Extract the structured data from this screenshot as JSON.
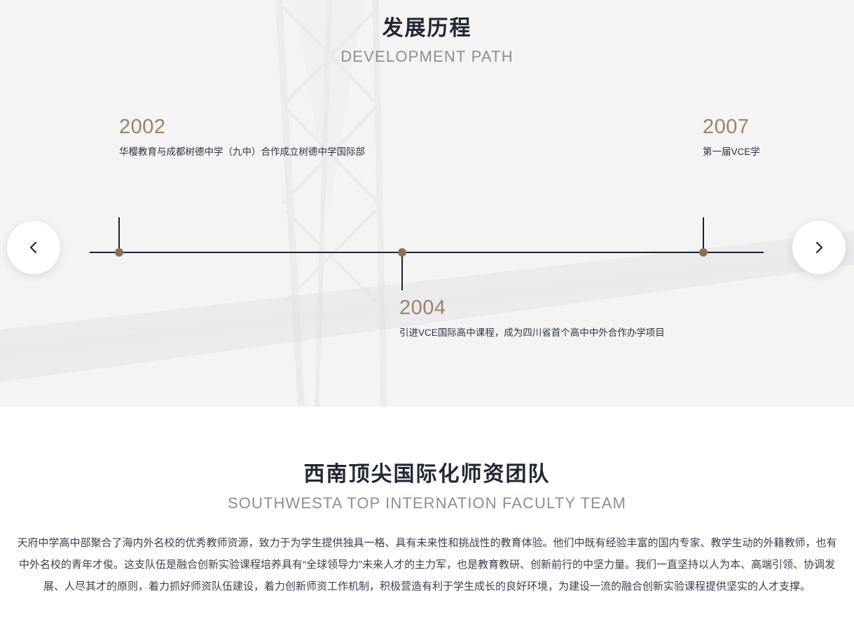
{
  "timeline": {
    "title_cn": "发展历程",
    "title_en": "DEVELOPMENT PATH",
    "entries": [
      {
        "year": "2002",
        "desc": "华樱教育与成都树德中学（九中）合作成立树德中学国际部",
        "position": "above"
      },
      {
        "year": "2004",
        "desc": "引进VCE国际高中课程，成为四川省首个高中中外合作办学项目",
        "position": "below"
      },
      {
        "year": "2007",
        "desc": "第一届VCE学",
        "position": "above"
      }
    ],
    "prev_label": "chevron-left",
    "next_label": "chevron-right",
    "accent_color": "#8a7250",
    "axis_color": "#1e2230"
  },
  "faculty": {
    "title_cn": "西南顶尖国际化师资团队",
    "title_en": "SOUTHWESTA TOP INTERNATION FACULTY TEAM",
    "paragraph": "天府中学高中部聚合了海内外名校的优秀教师资源，致力于为学生提供独具一格、具有未来性和挑战性的教育体验。他们中既有经验丰富的国内专家、教学生动的外籍教师，也有中外名校的青年才俊。这支队伍是融合创新实验课程培养具有“全球领导力”未来人才的主力军，也是教育教研、创新前行的中坚力量。我们一直坚持以人为本、高端引领、协调发展、人尽其才的原则，着力抓好师资队伍建设，着力创新师资工作机制，积极营造有利于学生成长的良好环境，为建设一流的融合创新实验课程提供坚实的人才支撑。"
  }
}
